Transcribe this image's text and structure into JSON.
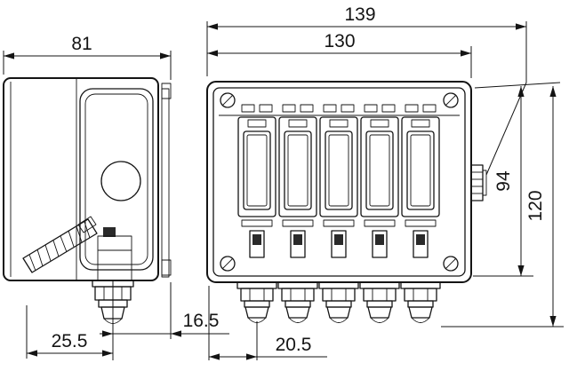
{
  "drawing": {
    "background": "#ffffff",
    "line_color": "#141414",
    "dimension_labels": {
      "front_overall_width": "139",
      "front_body_width": "130",
      "side_depth": "81",
      "front_body_height": "94",
      "front_overall_height": "120",
      "side_gland_to_edge": "16.5",
      "side_gland_center": "25.5",
      "front_edge_to_first_gland": "20.5"
    },
    "front_view": {
      "module_count": 5,
      "gland_count": 5,
      "corner_screws": 4
    },
    "side_view": {
      "gland_count": 1,
      "knockout_count": 1
    }
  }
}
